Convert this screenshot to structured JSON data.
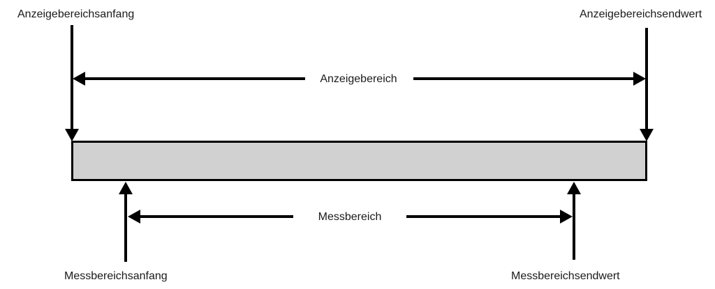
{
  "diagram": {
    "labels": {
      "display_range_start": "Anzeigebereichsanfang",
      "display_range_end": "Anzeigebereichsendwert",
      "display_range": "Anzeigebereich",
      "measuring_range": "Messbereich",
      "measuring_range_start": "Messbereichsanfang",
      "measuring_range_end": "Messbereichsendwert"
    },
    "colors": {
      "line": "#000000",
      "bar_fill": "#d1d1d1",
      "bar_border": "#000000",
      "background": "#ffffff"
    }
  }
}
